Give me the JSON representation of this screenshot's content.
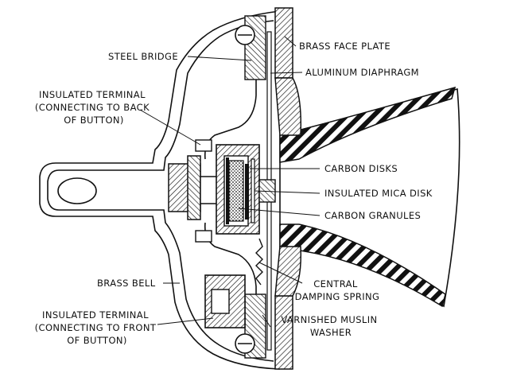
{
  "labels": {
    "brass_face_plate": "BRASS FACE PLATE",
    "steel_bridge": "STEEL BRIDGE",
    "aluminum_diaphragm": "ALUMINUM DIAPHRAGM",
    "insulated_terminal_back": [
      "INSULATED TERMINAL",
      "(CONNECTING TO BACK",
      "OF BUTTON)"
    ],
    "carbon_disks": "CARBON DISKS",
    "insulated_mica_disk": "INSULATED MICA DISK",
    "carbon_granules": "CARBON GRANULES",
    "brass_bell": "BRASS BELL",
    "central_damping_spring": [
      "CENTRAL",
      "DAMPING SPRING"
    ],
    "insulated_terminal_front": [
      "INSULATED TERMINAL",
      "(CONNECTING TO FRONT",
      "OF BUTTON)"
    ],
    "varnished_muslin_washer": [
      "VARNISHED MUSLIN",
      "WASHER"
    ]
  }
}
